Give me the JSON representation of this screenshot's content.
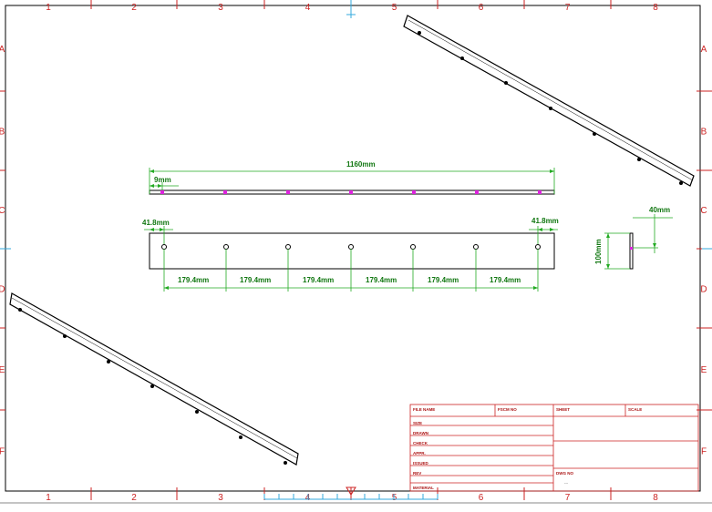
{
  "zones": {
    "columns": [
      "1",
      "2",
      "3",
      "4",
      "5",
      "6",
      "7",
      "8"
    ],
    "rows": [
      "A",
      "B",
      "C",
      "D",
      "E",
      "F"
    ]
  },
  "dimensions": {
    "overall_length": "1160mm",
    "slot_offset": "9mm",
    "left_edge_offset": "41.8mm",
    "right_edge_offset": "41.8mm",
    "hole_spacing": [
      "179.4mm",
      "179.4mm",
      "179.4mm",
      "179.4mm",
      "179.4mm",
      "179.4mm"
    ],
    "side_width": "40mm",
    "height": "100mm"
  },
  "title_block": {
    "labels": [
      "FILE NAME",
      "SIZE",
      "DRAWN",
      "CHECK",
      "APPR.",
      "ISSUED",
      "REV",
      "MATERIAL"
    ],
    "fscm_label": "FSCM NO",
    "sheet_label": "SHEET",
    "scale_label": "SCALE",
    "dwg_label": "DWG NO",
    "dwg_value": "---"
  },
  "colors": {
    "border": "#cc2222",
    "dimension": "#22aa22",
    "geometry": "#000000",
    "marker": "#dd22dd",
    "center_mark": "#33aadd"
  }
}
